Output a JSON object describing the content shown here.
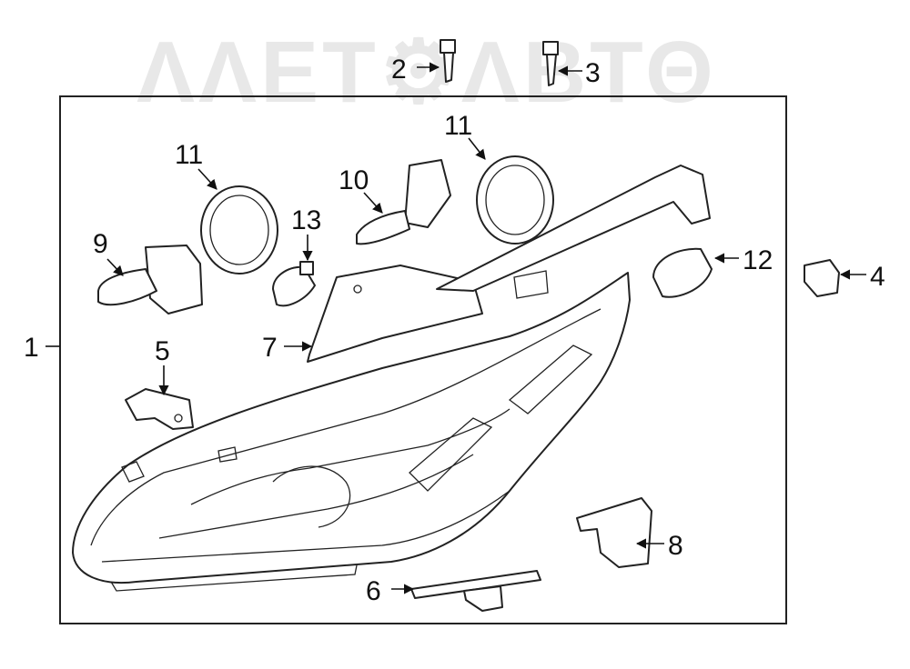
{
  "watermark": {
    "text": "ΛΛΕΤ⚙ΛΒΤΘ",
    "color": "#e6e6e6"
  },
  "diagram": {
    "title": "",
    "frame_color": "#222222",
    "callouts": [
      {
        "id": "1",
        "label": "1"
      },
      {
        "id": "2",
        "label": "2"
      },
      {
        "id": "3",
        "label": "3"
      },
      {
        "id": "4",
        "label": "4"
      },
      {
        "id": "5",
        "label": "5"
      },
      {
        "id": "6",
        "label": "6"
      },
      {
        "id": "7",
        "label": "7"
      },
      {
        "id": "8",
        "label": "8"
      },
      {
        "id": "9",
        "label": "9"
      },
      {
        "id": "10",
        "label": "10"
      },
      {
        "id": "11a",
        "label": "11"
      },
      {
        "id": "11b",
        "label": "11"
      },
      {
        "id": "12",
        "label": "12"
      },
      {
        "id": "13",
        "label": "13"
      }
    ]
  }
}
